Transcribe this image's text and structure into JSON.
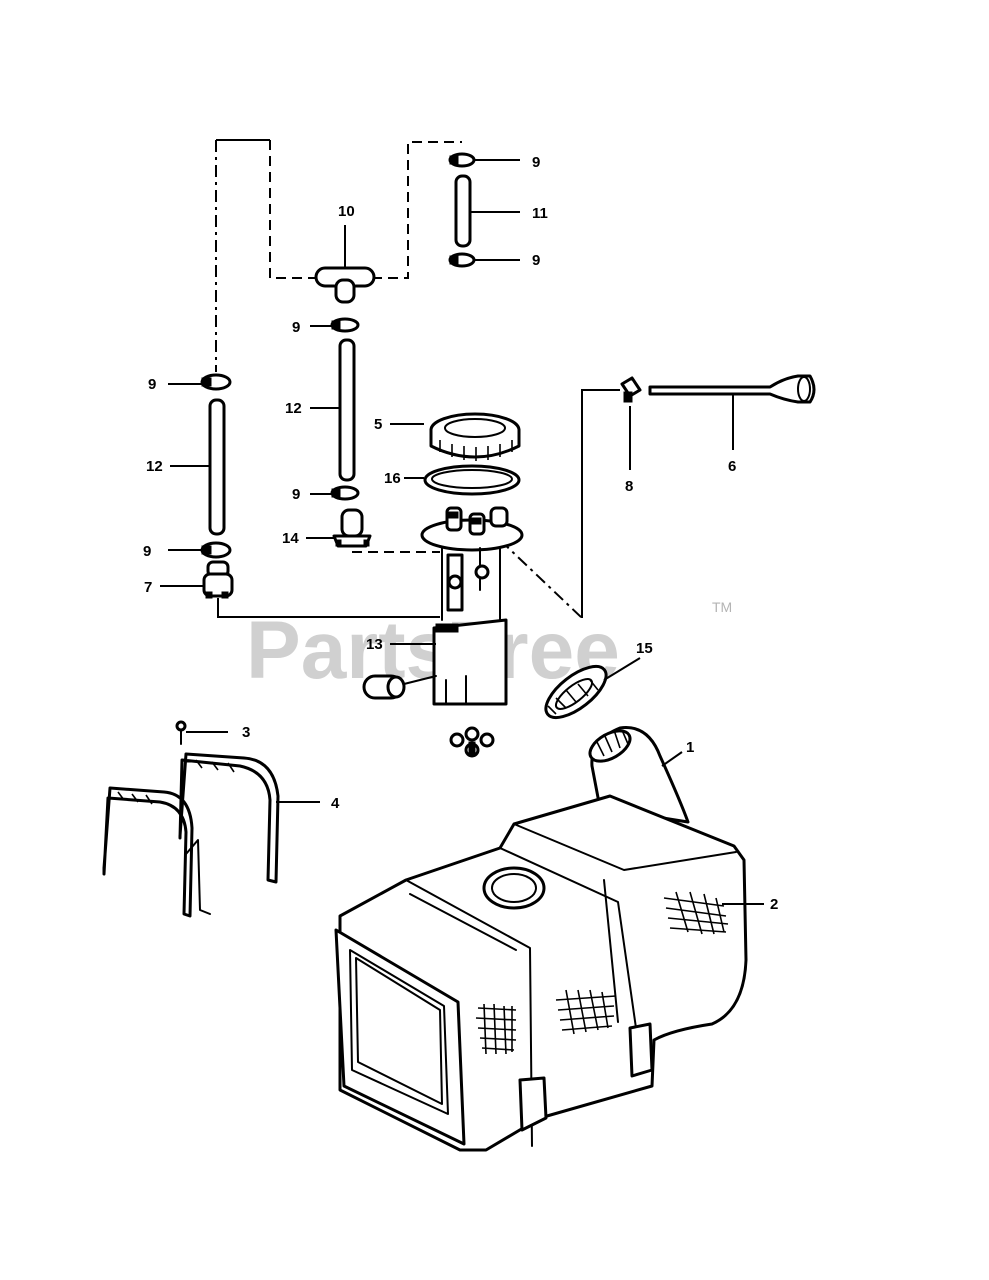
{
  "watermark": {
    "text": "PartsTree",
    "trademark": "TM"
  },
  "callouts": {
    "c1": "1",
    "c2": "2",
    "c3": "3",
    "c4": "4",
    "c5": "5",
    "c6": "6",
    "c7": "7",
    "c8": "8",
    "c9a": "9",
    "c9b": "9",
    "c9c": "9",
    "c9d": "9",
    "c9e": "9",
    "c9f": "9",
    "c10": "10",
    "c11": "11",
    "c12a": "12",
    "c12b": "12",
    "c13": "13",
    "c14": "14",
    "c15": "15",
    "c16": "16"
  },
  "colors": {
    "ink": "#000000",
    "watermark": "#c8c8c8",
    "background": "#ffffff"
  }
}
